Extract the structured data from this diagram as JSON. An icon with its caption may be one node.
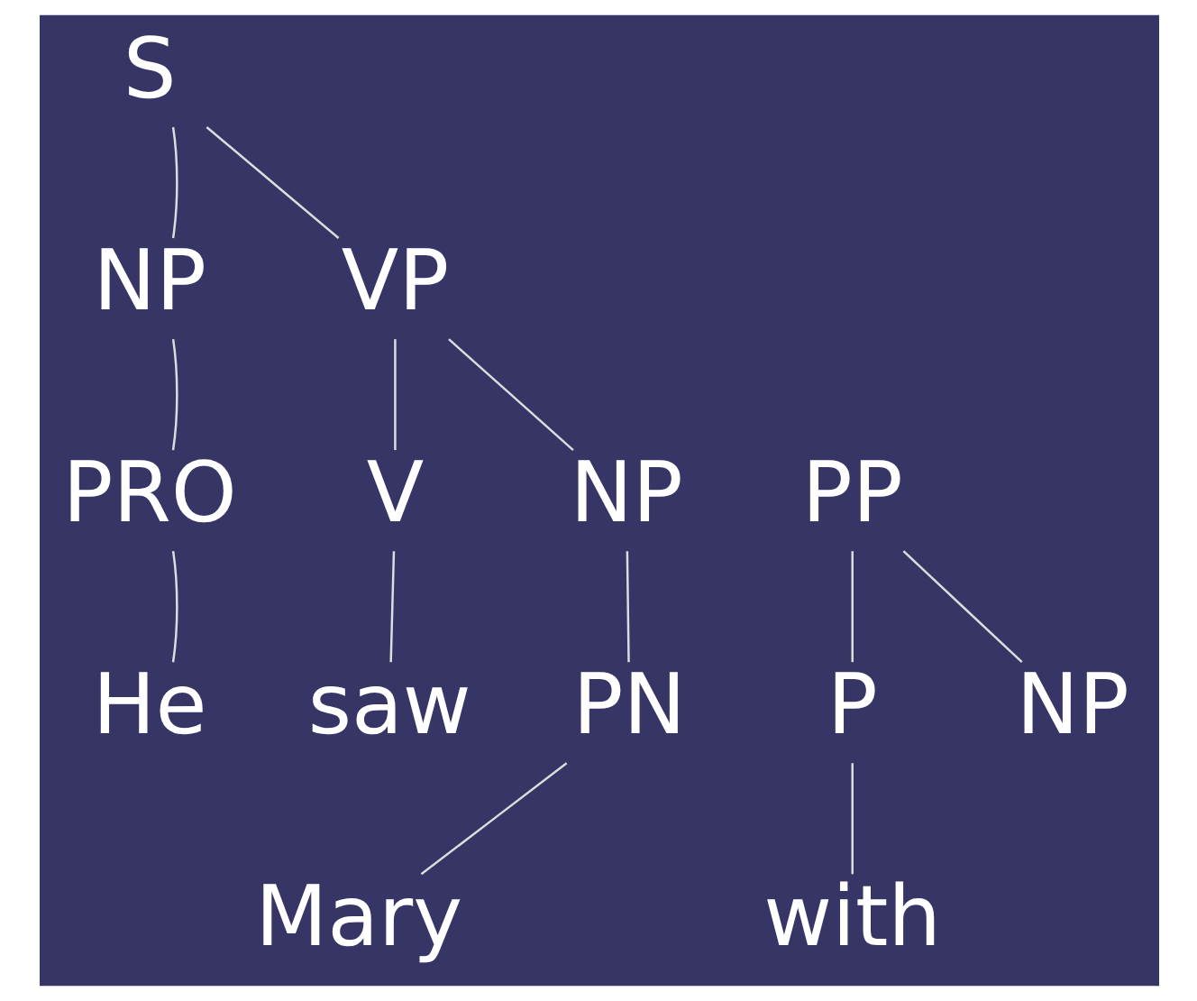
{
  "diagram": {
    "nodes": [
      {
        "text": [
          "S"
        ]
      },
      {
        "text": [
          "NP"
        ]
      },
      {
        "text": [
          "VP"
        ]
      },
      {
        "text": [
          "PRO"
        ]
      },
      {
        "text": [
          "V"
        ]
      },
      {
        "text": [
          "NP"
        ]
      },
      {
        "text": [
          "PP"
        ]
      },
      {
        "text": [
          "He"
        ]
      },
      {
        "text": [
          "saw"
        ]
      },
      {
        "text": [
          "PN"
        ]
      },
      {
        "text": [
          "P"
        ]
      },
      {
        "text": [
          "NP"
        ]
      },
      {
        "text": [
          "Mary"
        ]
      },
      {
        "text": [
          "with"
        ]
      }
    ],
    "edges": [
      {
        "from": 0,
        "to": 1,
        "arrow": "none"
      },
      {
        "from": 0,
        "to": 2,
        "arrow": "none"
      },
      {
        "from": 1,
        "to": 3,
        "arrow": "none"
      },
      {
        "from": 2,
        "to": 4,
        "arrow": "none"
      },
      {
        "from": 2,
        "to": 5,
        "arrow": "none"
      },
      {
        "from": 6,
        "to": 10,
        "arrow": "none"
      },
      {
        "from": 6,
        "to": 11,
        "arrow": "none"
      },
      {
        "from": 3,
        "to": 7,
        "arrow": "none"
      },
      {
        "from": 4,
        "to": 8,
        "arrow": "none"
      },
      {
        "from": 5,
        "to": 9,
        "arrow": "none"
      },
      {
        "from": 9,
        "to": 12,
        "arrow": "none"
      },
      {
        "from": 10,
        "to": 13,
        "arrow": "none"
      }
    ]
  }
}
